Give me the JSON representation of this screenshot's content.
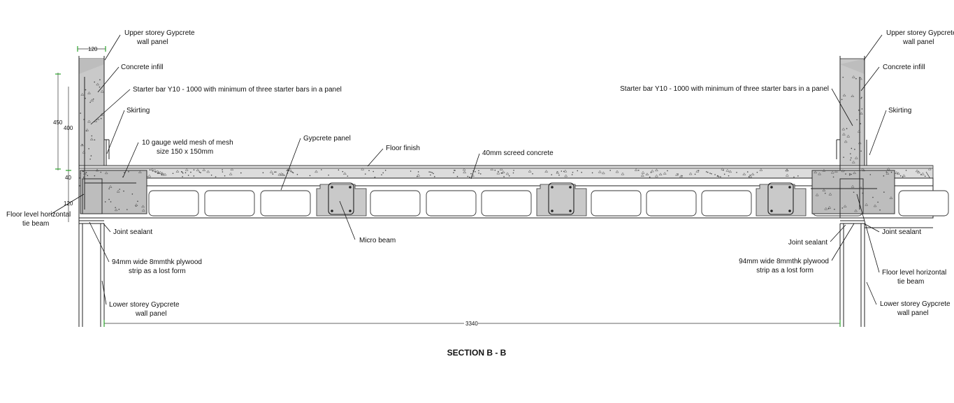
{
  "title": "SECTION B - B",
  "dimensions": {
    "wall_width": "120",
    "h450": "450",
    "h400": "400",
    "h40": "40",
    "h120": "120",
    "span": "3340"
  },
  "labels": {
    "upper_wall_l1": "Upper storey Gypcrete",
    "upper_wall_l2": "wall panel",
    "concrete_infill": "Concrete infill",
    "starter_bar": "Starter bar Y10 - 1000 with minimum of three starter bars in a panel",
    "skirting": "Skirting",
    "weld_mesh_l1": "10 gauge weld mesh of mesh",
    "weld_mesh_l2": "size 150 x 150mm",
    "gypcrete_panel": "Gypcrete panel",
    "floor_finish": "Floor finish",
    "screed": "40mm screed concrete",
    "tie_beam_l1": "Floor level horizontal",
    "tie_beam_l2": "tie beam",
    "joint_sealant": "Joint sealant",
    "micro_beam": "Micro beam",
    "plywood_l1": "94mm wide 8mmthk plywood",
    "plywood_l2": "strip as a lost form",
    "lower_wall_l1": "Lower storey Gypcrete",
    "lower_wall_l2": "wall panel"
  },
  "colors": {
    "concrete": "#c9c9c9",
    "screed": "#dcdcdc",
    "line": "#222222",
    "dimension_tick": "#2aa52a"
  }
}
